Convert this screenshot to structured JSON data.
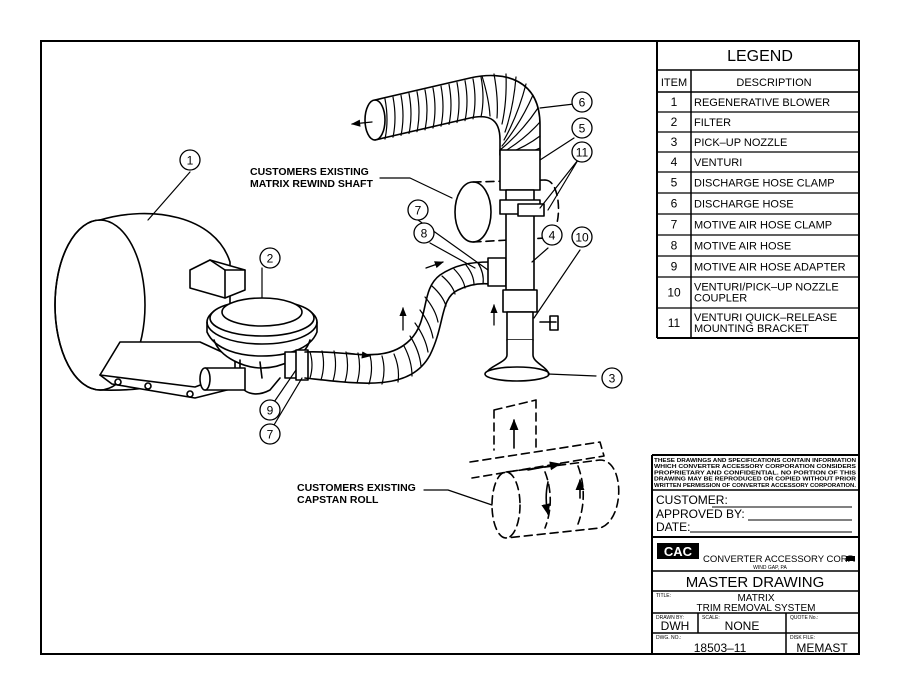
{
  "legend": {
    "title": "LEGEND",
    "col_item": "ITEM",
    "col_desc": "DESCRIPTION",
    "rows": [
      {
        "item": "1",
        "desc": [
          "REGENERATIVE BLOWER"
        ]
      },
      {
        "item": "2",
        "desc": [
          "FILTER"
        ]
      },
      {
        "item": "3",
        "desc": [
          "PICK–UP NOZZLE"
        ]
      },
      {
        "item": "4",
        "desc": [
          "VENTURI"
        ]
      },
      {
        "item": "5",
        "desc": [
          "DISCHARGE HOSE CLAMP"
        ]
      },
      {
        "item": "6",
        "desc": [
          "DISCHARGE HOSE"
        ]
      },
      {
        "item": "7",
        "desc": [
          "MOTIVE AIR HOSE CLAMP"
        ]
      },
      {
        "item": "8",
        "desc": [
          "MOTIVE AIR HOSE"
        ]
      },
      {
        "item": "9",
        "desc": [
          "MOTIVE AIR HOSE ADAPTER"
        ]
      },
      {
        "item": "10",
        "desc": [
          "VENTURI/PICK–UP NOZZLE",
          "COUPLER"
        ]
      },
      {
        "item": "11",
        "desc": [
          "VENTURI QUICK–RELEASE",
          "MOUNTING BRACKET"
        ]
      }
    ]
  },
  "diagram": {
    "label_shaft": [
      "CUSTOMERS EXISTING",
      "MATRIX REWIND SHAFT"
    ],
    "label_roll": [
      "CUSTOMERS EXISTING",
      "CAPSTAN ROLL"
    ],
    "callouts": [
      "1",
      "2",
      "3",
      "4",
      "5",
      "6",
      "7",
      "7",
      "8",
      "9",
      "10",
      "11"
    ]
  },
  "title_block": {
    "notice": [
      "THESE DRAWINGS AND SPECIFICATIONS CONTAIN INFORMATION",
      "WHICH CONVERTER ACCESSORY CORPORATION CONSIDERS",
      "PROPRIETARY AND CONFIDENTIAL. NO PORTION OF THIS",
      "DRAWING MAY BE REPRODUCED OR COPIED WITHOUT PRIOR",
      "WRITTEN PERMISSION OF CONVERTER ACCESSORY CORPORATION."
    ],
    "customer": "CUSTOMER:",
    "approved": "APPROVED BY:",
    "date": "DATE:",
    "logo": "CAC",
    "company": "CONVERTER ACCESSORY CORP.",
    "location": "WIND GAP, PA",
    "master": "MASTER DRAWING",
    "title_label": "TITLE:",
    "title_lines": [
      "MATRIX",
      "TRIM REMOVAL SYSTEM"
    ],
    "drawn_by_label": "DRAWN BY:",
    "drawn_by": "DWH",
    "scale_label": "SCALE:",
    "scale": "NONE",
    "quote_label": "QUOTE No.:",
    "dwg_label": "DWG. NO.:",
    "dwg_no": "18503–11",
    "disk_label": "DISK FILE:",
    "disk_file": "MEMAST"
  }
}
